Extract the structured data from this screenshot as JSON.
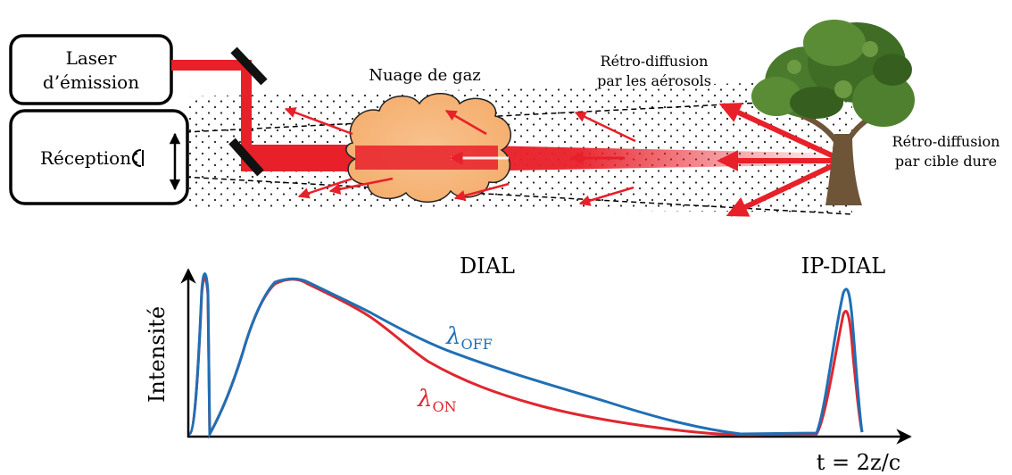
{
  "boxes": {
    "laser_line1": "Laser",
    "laser_line2": "d’émission",
    "reception": "Réception"
  },
  "labels": {
    "gas_cloud": "Nuage de gaz",
    "aerosol_line1": "Rétro-diffusion",
    "aerosol_line2": "par les aérosols",
    "hard_target_line1": "Rétro-diffusion",
    "hard_target_line2": "par cible dure"
  },
  "plot": {
    "ylabel": "Intensité",
    "xlabel": "t = 2z/c",
    "title_dial": "DIAL",
    "title_ipdial": "IP-DIAL",
    "lambda_symbol": "λ",
    "off_sub": "OFF",
    "on_sub": "ON"
  },
  "colors": {
    "laser_red": "#e8202a",
    "off_blue": "#1f6fb5",
    "on_red": "#e0262f",
    "cloud_fill": "#f6b77b",
    "tree_green": "#4a7a2c",
    "trunk_brown": "#6e5538"
  }
}
